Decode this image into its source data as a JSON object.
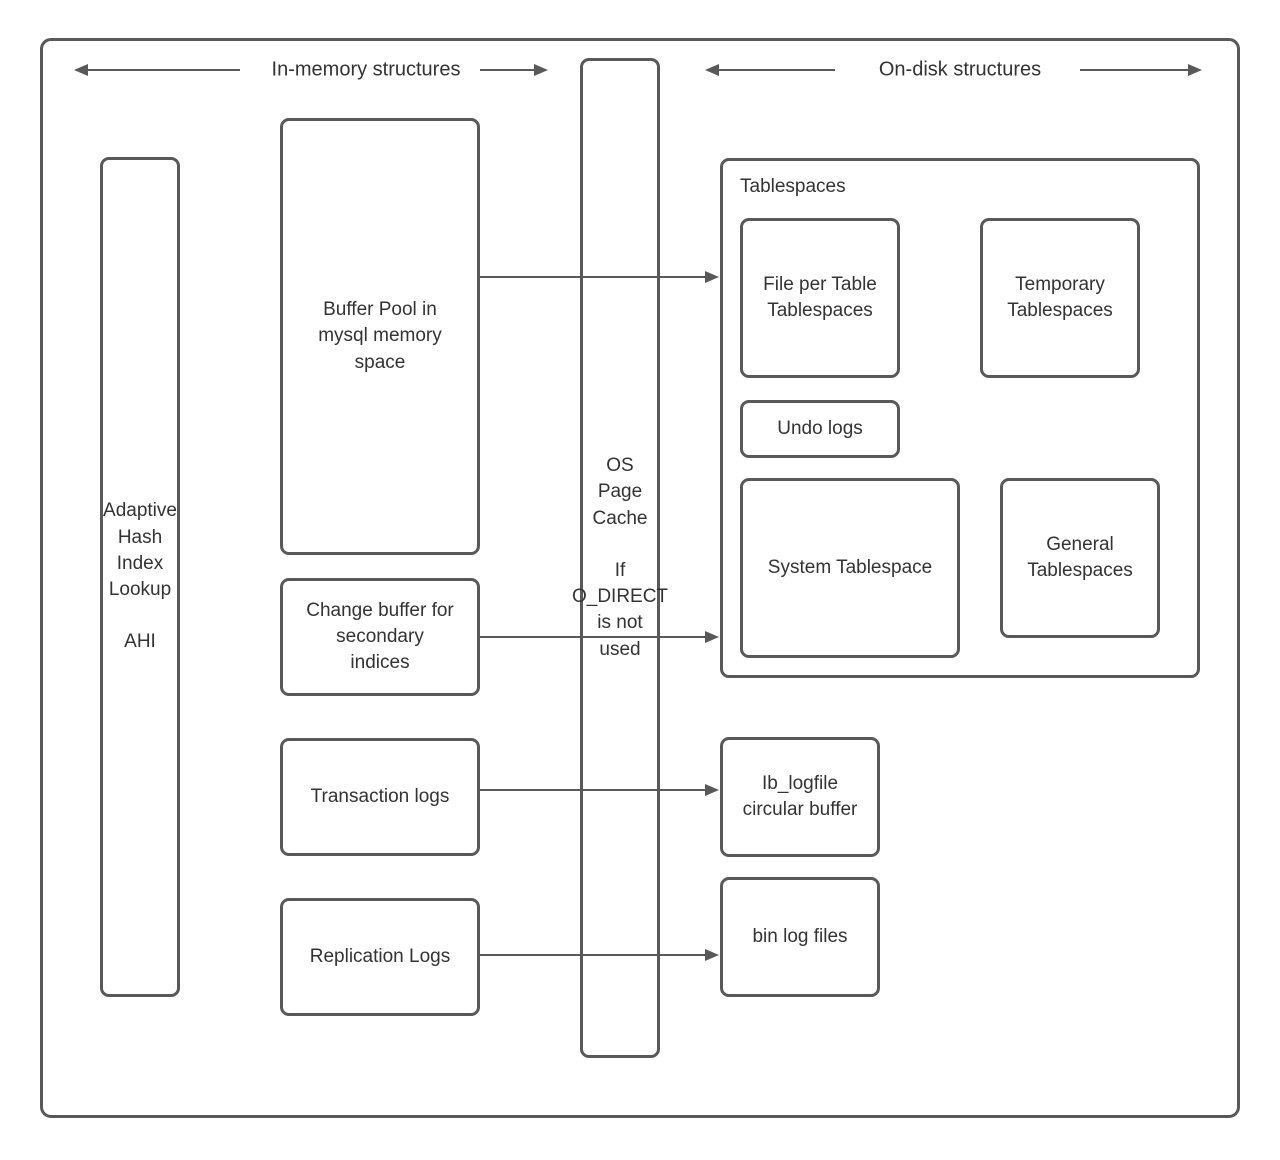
{
  "diagram": {
    "title": "MySQL memory and disk structures diagram",
    "colors": {
      "stroke": "#595959",
      "text": "#333333",
      "background": "#ffffff"
    },
    "header": {
      "in_memory": {
        "label": "In-memory structures"
      },
      "on_disk": {
        "label": "On-disk structures"
      }
    },
    "in_memory": {
      "ahi": {
        "label": "Adaptive\nHash\nIndex\nLookup\n\nAHI"
      },
      "buffer_pool": {
        "label": "Buffer Pool in\nmysql memory\nspace"
      },
      "change_buffer": {
        "label": "Change buffer for\nsecondary\nindices"
      },
      "transaction_logs": {
        "label": "Transaction logs"
      },
      "replication_logs": {
        "label": "Replication Logs"
      }
    },
    "os_page_cache": {
      "label": "OS\nPage\nCache\n\nIf\nO_DIRECT\nis not\nused"
    },
    "on_disk": {
      "tablespaces": {
        "label": "Tablespaces",
        "file_per_table": {
          "label": "File per Table\nTablespaces"
        },
        "temporary": {
          "label": "Temporary\nTablespaces"
        },
        "undo_logs": {
          "label": "Undo logs"
        },
        "system": {
          "label": "System Tablespace"
        },
        "general": {
          "label": "General\nTablespaces"
        }
      },
      "ib_logfile": {
        "label": "Ib_logfile\ncircular buffer"
      },
      "bin_log": {
        "label": "bin log files"
      }
    }
  }
}
